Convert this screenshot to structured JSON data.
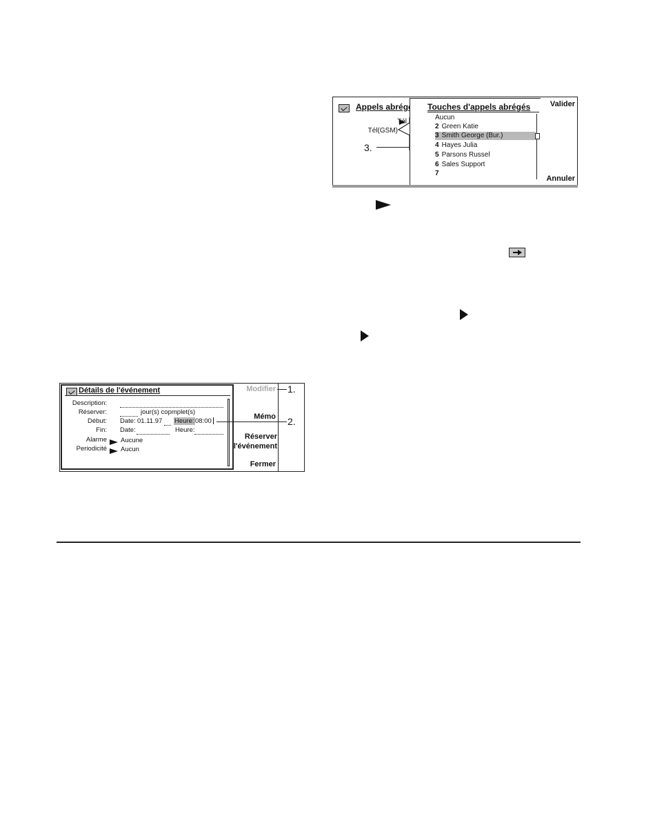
{
  "speed_dial_screen": {
    "title": "Appels abrégés",
    "fields": [
      "Tél",
      "Tél(GSM)"
    ],
    "callout": "3.",
    "popup": {
      "title": "Touches d'appels abrégés",
      "items": [
        {
          "key": "",
          "name": "Aucun"
        },
        {
          "key": "2",
          "name": "Green Katie"
        },
        {
          "key": "3",
          "name": "Smith George (Bur.)",
          "selected": true
        },
        {
          "key": "4",
          "name": "Hayes Julia"
        },
        {
          "key": "5",
          "name": "Parsons Russel"
        },
        {
          "key": "6",
          "name": "Sales Support"
        },
        {
          "key": "7",
          "name": ""
        }
      ]
    },
    "softkeys": {
      "top": "Valider",
      "bottom": "Annuler"
    }
  },
  "event_screen": {
    "title": "Détails de l'événement",
    "rows": {
      "description": "Description:",
      "reserver": "Réserver:",
      "reserver_value": "jour(s) copmplet(s)",
      "debut": "Début:",
      "date_label": "Date:",
      "debut_date": "01.11.97",
      "heure_label": "Heure:",
      "debut_heure": "08:00",
      "fin": "Fin:",
      "alarme": "Alarme",
      "alarme_value": "Aucune",
      "periodicite": "Periodicité",
      "periodicite_value": "Aucun"
    },
    "softkeys": {
      "modifier": "Modifier",
      "memo": "Mémo",
      "reserver_line1": "Réserver",
      "reserver_line2": "l'événement",
      "fermer": "Fermer"
    },
    "callouts": {
      "one": "1.",
      "two": "2."
    }
  },
  "colors": {
    "ink": "#111111",
    "highlight": "#b9b9b9",
    "disabled_softkey": "#a8a8a8"
  }
}
